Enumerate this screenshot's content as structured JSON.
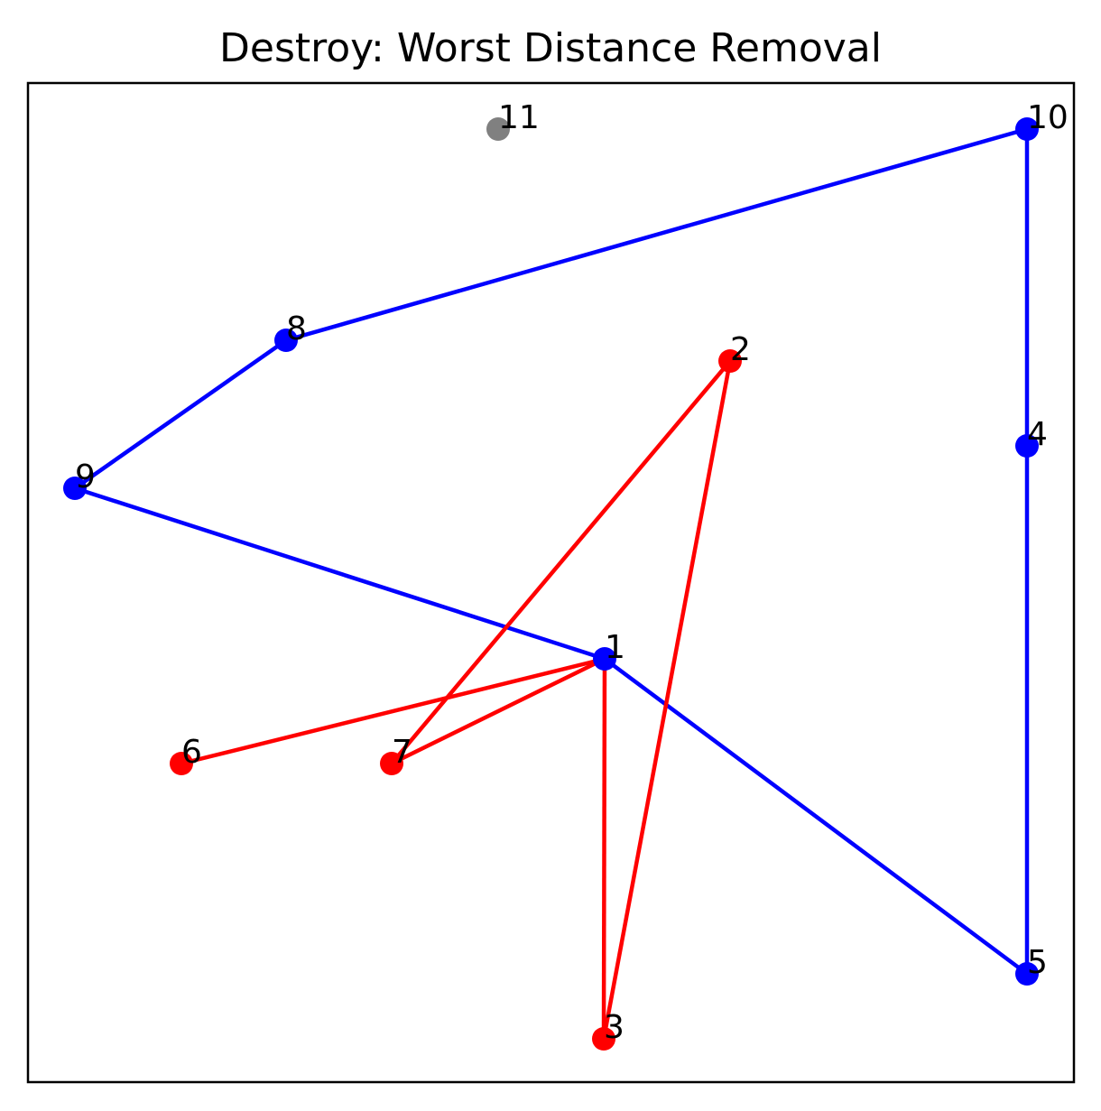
{
  "title": "Destroy: Worst Distance Removal",
  "colors": {
    "route_a": "#0000ff",
    "route_b": "#ff0000",
    "unassigned": "#808080",
    "frame": "#000000",
    "background": "#ffffff"
  },
  "nodes": [
    {
      "id": "1",
      "label": "1",
      "color": "#0000ff"
    },
    {
      "id": "2",
      "label": "2",
      "color": "#ff0000"
    },
    {
      "id": "3",
      "label": "3",
      "color": "#ff0000"
    },
    {
      "id": "4",
      "label": "4",
      "color": "#0000ff"
    },
    {
      "id": "5",
      "label": "5",
      "color": "#0000ff"
    },
    {
      "id": "6",
      "label": "6",
      "color": "#ff0000"
    },
    {
      "id": "7",
      "label": "7",
      "color": "#ff0000"
    },
    {
      "id": "8",
      "label": "8",
      "color": "#0000ff"
    },
    {
      "id": "9",
      "label": "9",
      "color": "#0000ff"
    },
    {
      "id": "10",
      "label": "10",
      "color": "#0000ff"
    },
    {
      "id": "11",
      "label": "11",
      "color": "#808080"
    }
  ],
  "routes": [
    {
      "color": "#0000ff",
      "path": [
        "1",
        "5",
        "4",
        "10",
        "8",
        "9",
        "1"
      ]
    },
    {
      "color": "#ff0000",
      "path": [
        "1",
        "3",
        "2",
        "7",
        "1",
        "6"
      ]
    }
  ]
}
